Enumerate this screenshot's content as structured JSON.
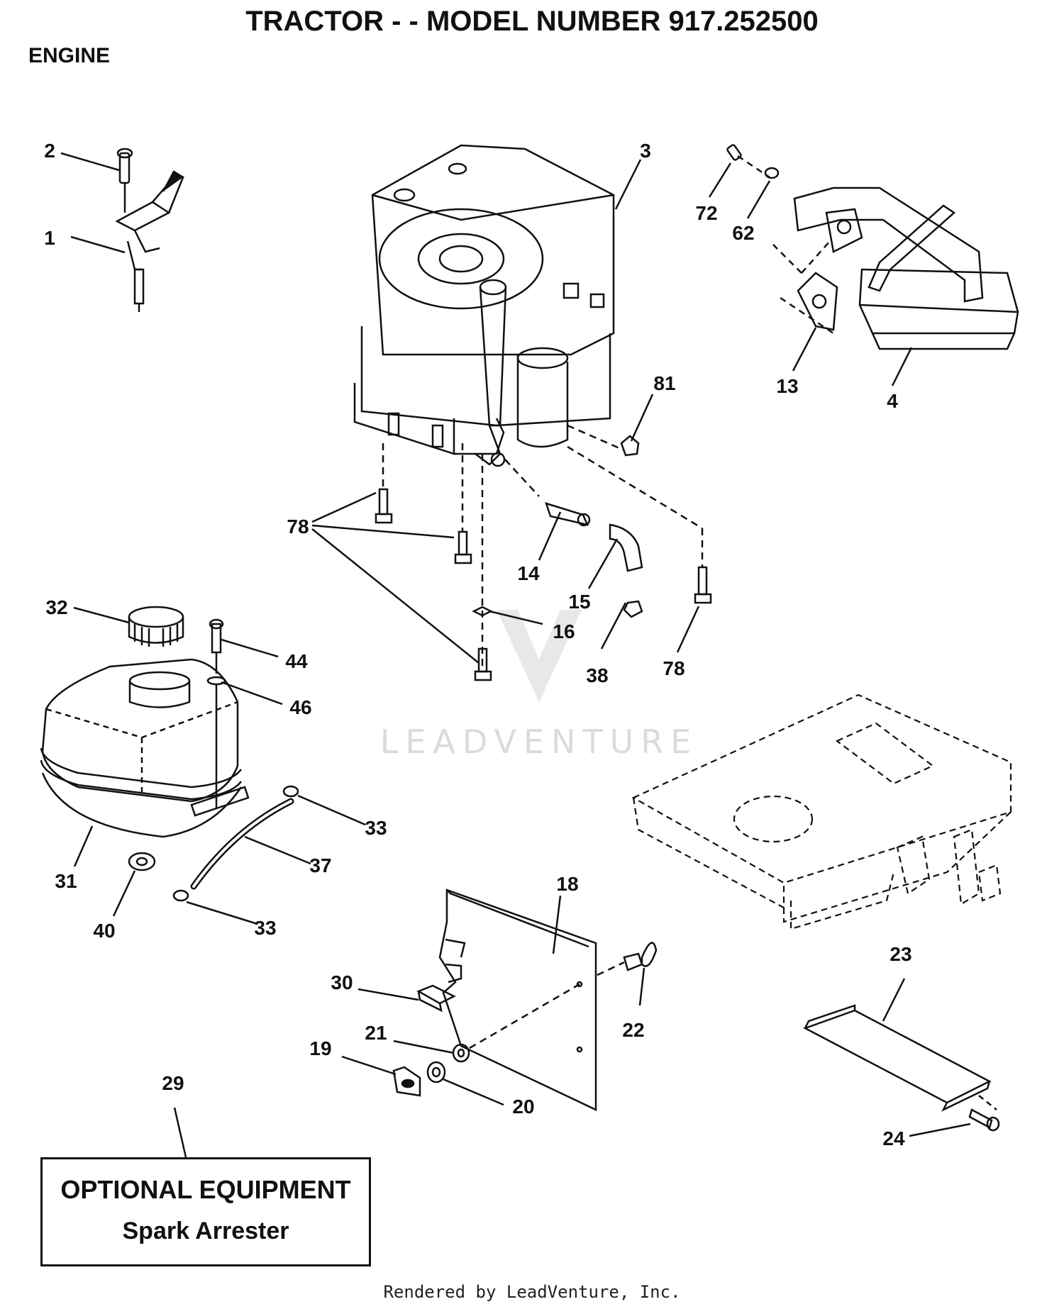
{
  "header": {
    "title": "TRACTOR - - MODEL NUMBER 917.252500",
    "section": "ENGINE"
  },
  "callouts": [
    "1",
    "2",
    "3",
    "4",
    "13",
    "14",
    "15",
    "16",
    "18",
    "19",
    "20",
    "21",
    "22",
    "23",
    "24",
    "29",
    "30",
    "31",
    "32",
    "33",
    "33",
    "37",
    "38",
    "40",
    "44",
    "46",
    "62",
    "72",
    "78",
    "78",
    "81"
  ],
  "optional_box": {
    "line1": "OPTIONAL EQUIPMENT",
    "line2": "Spark Arrester"
  },
  "watermark": "LEADVENTURE",
  "footer": "Rendered by LeadVenture, Inc."
}
